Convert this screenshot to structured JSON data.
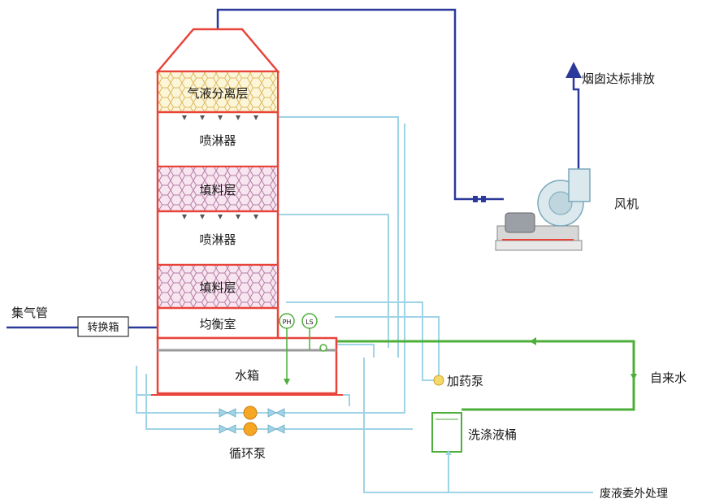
{
  "labels": {
    "separation_layer": "气液分离层",
    "sprayer_top": "喷淋器",
    "packing_top": "填料层",
    "sprayer_mid": "喷淋器",
    "packing_bottom": "填料层",
    "equalizer": "均衡室",
    "water_tank": "水箱",
    "gas_header": "集气管",
    "transfer_box": "转换箱",
    "ph_sensor": "PH",
    "level_sensor": "LS",
    "dosing_pump": "加药泵",
    "tap_water": "自来水",
    "wash_bucket": "洗涤液桶",
    "circulation_pump": "循环泵",
    "fan": "风机",
    "exhaust": "烟囱达标排放",
    "waste_liquid": "废液委外处理"
  },
  "colors": {
    "tower_red": "#e8443a",
    "air_blue": "#2b3a9a",
    "water_cyan": "#9fd3e6",
    "tap_green": "#4caf3a",
    "packing_fill": "#f7e6ef",
    "packing_hex": "#b77ca7",
    "separator_fill": "#fbf6d8",
    "separator_hex": "#e0b860",
    "pump_orange": "#f5a623"
  }
}
